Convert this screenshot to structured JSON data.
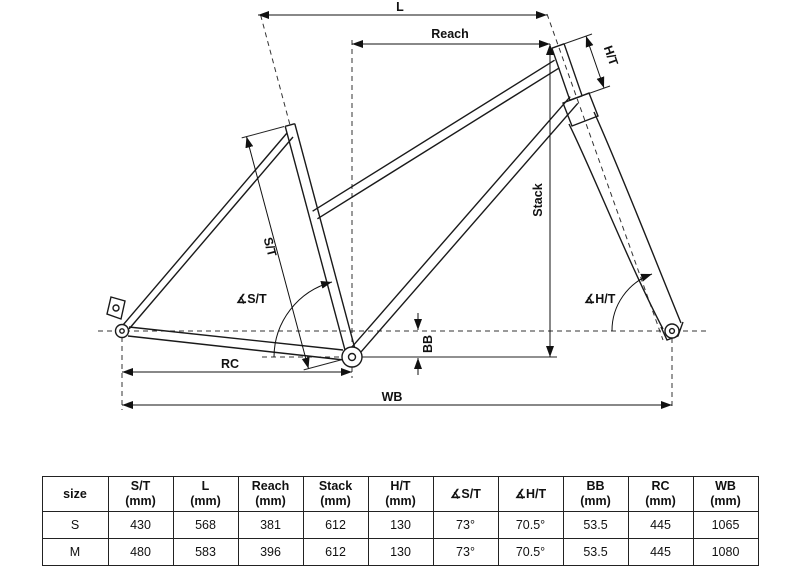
{
  "diagram": {
    "labels": {
      "l": "L",
      "reach": "Reach",
      "ht": "H/T",
      "stack": "Stack",
      "st": "S/T",
      "angle_st": "∡S/T",
      "angle_ht": "∡H/T",
      "bb": "BB",
      "rc": "RC",
      "wb": "WB"
    }
  },
  "table": {
    "headers": [
      {
        "name": "size",
        "unit": ""
      },
      {
        "name": "S/T",
        "unit": "(mm)"
      },
      {
        "name": "L",
        "unit": "(mm)"
      },
      {
        "name": "Reach",
        "unit": "(mm)"
      },
      {
        "name": "Stack",
        "unit": "(mm)"
      },
      {
        "name": "H/T",
        "unit": "(mm)"
      },
      {
        "name": "∡S/T",
        "unit": ""
      },
      {
        "name": "∡H/T",
        "unit": ""
      },
      {
        "name": "BB",
        "unit": "(mm)"
      },
      {
        "name": "RC",
        "unit": "(mm)"
      },
      {
        "name": "WB",
        "unit": "(mm)"
      }
    ],
    "rows": [
      {
        "size": "S",
        "st": "430",
        "l": "568",
        "reach": "381",
        "stack": "612",
        "ht": "130",
        "angle_st": "73°",
        "angle_ht": "70.5°",
        "bb": "53.5",
        "rc": "445",
        "wb": "1065"
      },
      {
        "size": "M",
        "st": "480",
        "l": "583",
        "reach": "396",
        "stack": "612",
        "ht": "130",
        "angle_st": "73°",
        "angle_ht": "70.5°",
        "bb": "53.5",
        "rc": "445",
        "wb": "1080"
      }
    ]
  }
}
